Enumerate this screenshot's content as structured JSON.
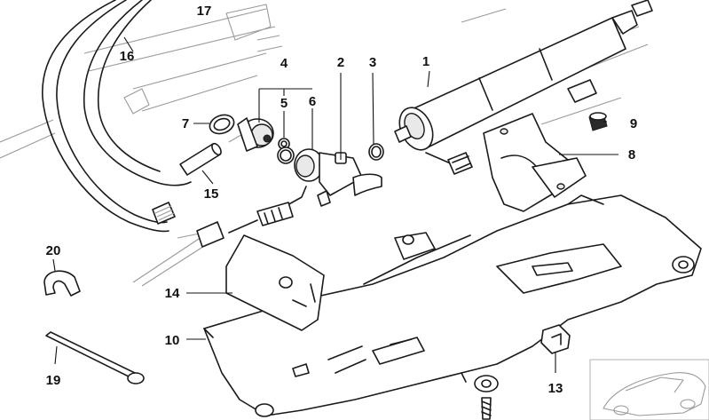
{
  "callouts": [
    {
      "id": "1",
      "text": "1"
    },
    {
      "id": "2",
      "text": "2"
    },
    {
      "id": "3",
      "text": "3"
    },
    {
      "id": "4",
      "text": "4"
    },
    {
      "id": "5",
      "text": "5"
    },
    {
      "id": "6",
      "text": "6"
    },
    {
      "id": "7",
      "text": "7"
    },
    {
      "id": "8",
      "text": "8"
    },
    {
      "id": "9",
      "text": "9"
    },
    {
      "id": "10",
      "text": "10"
    },
    {
      "id": "13",
      "text": "13"
    },
    {
      "id": "14",
      "text": "14"
    },
    {
      "id": "15",
      "text": "15"
    },
    {
      "id": "16",
      "text": "16"
    },
    {
      "id": "17",
      "text": "17"
    },
    {
      "id": "19",
      "text": "19"
    },
    {
      "id": "20",
      "text": "20"
    }
  ]
}
